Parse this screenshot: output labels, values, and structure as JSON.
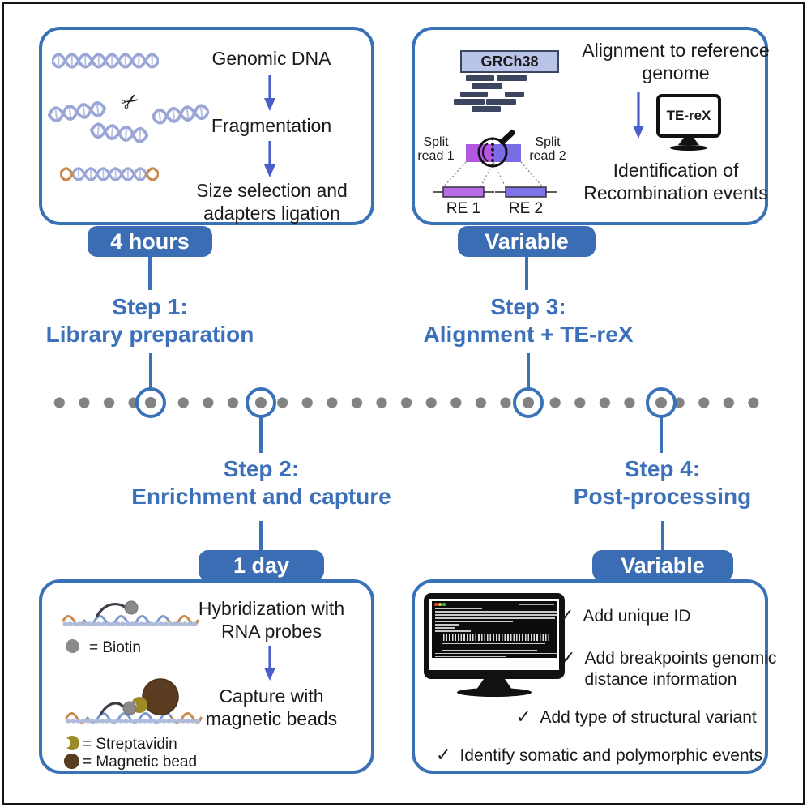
{
  "palette": {
    "accent": "#3A72B8",
    "badge-bg": "#3B6DB5",
    "step-text": "#3C70BA",
    "arrow": "#4A5ECB",
    "ink": "#1A1A1A",
    "dot-gray": "#828282",
    "read-bar": "#3D4660",
    "ref-fill": "#BAC4E8",
    "purple": "#B257E2",
    "violet": "#7A6CE6",
    "purple-light": "#BA6BE8",
    "violet-light": "#7C74E8",
    "dna-blue": "#9AA6D6",
    "dna-orange": "#C98A50",
    "biotin-gray": "#8A8A8A",
    "streptavidin": "#9C8B28",
    "bead-brown": "#5A3D20"
  },
  "glyphs": {
    "checkmark": "✓",
    "scissors": "✂"
  },
  "box_library": {
    "steps": [
      "Genomic DNA",
      "Fragmentation",
      "Size selection and adapters ligation"
    ],
    "badge": "4 hours"
  },
  "box_alignment": {
    "reference_label": "GRCh38",
    "split_read_1": "Split read 1",
    "split_read_2": "Split read 2",
    "re_1": "RE 1",
    "re_2": "RE 2",
    "monitor_label": "TE-reX",
    "step_top": "Alignment to reference genome",
    "step_bottom": "Identification of Recombination events",
    "badge": "Variable"
  },
  "timeline": {
    "steps": [
      {
        "title": "Step 1:",
        "subtitle": "Library preparation"
      },
      {
        "title": "Step 2:",
        "subtitle": "Enrichment and capture"
      },
      {
        "title": "Step 3:",
        "subtitle": "Alignment + TE-reX"
      },
      {
        "title": "Step 4:",
        "subtitle": "Post-processing"
      }
    ]
  },
  "box_enrichment": {
    "step_top": "Hybridization with RNA probes",
    "step_bottom": "Capture with magnetic beads",
    "legend": [
      {
        "symbol": "biotin",
        "label": "= Biotin"
      },
      {
        "symbol": "streptavidin",
        "label": "= Streptavidin"
      },
      {
        "symbol": "magnetic-bead",
        "label": "= Magnetic bead"
      }
    ],
    "badge": "1 day"
  },
  "box_postprocessing": {
    "checklist": [
      "Add unique ID",
      "Add breakpoints genomic distance information",
      "Add type of structural variant",
      "Identify somatic and polymorphic events"
    ],
    "badge": "Variable"
  }
}
